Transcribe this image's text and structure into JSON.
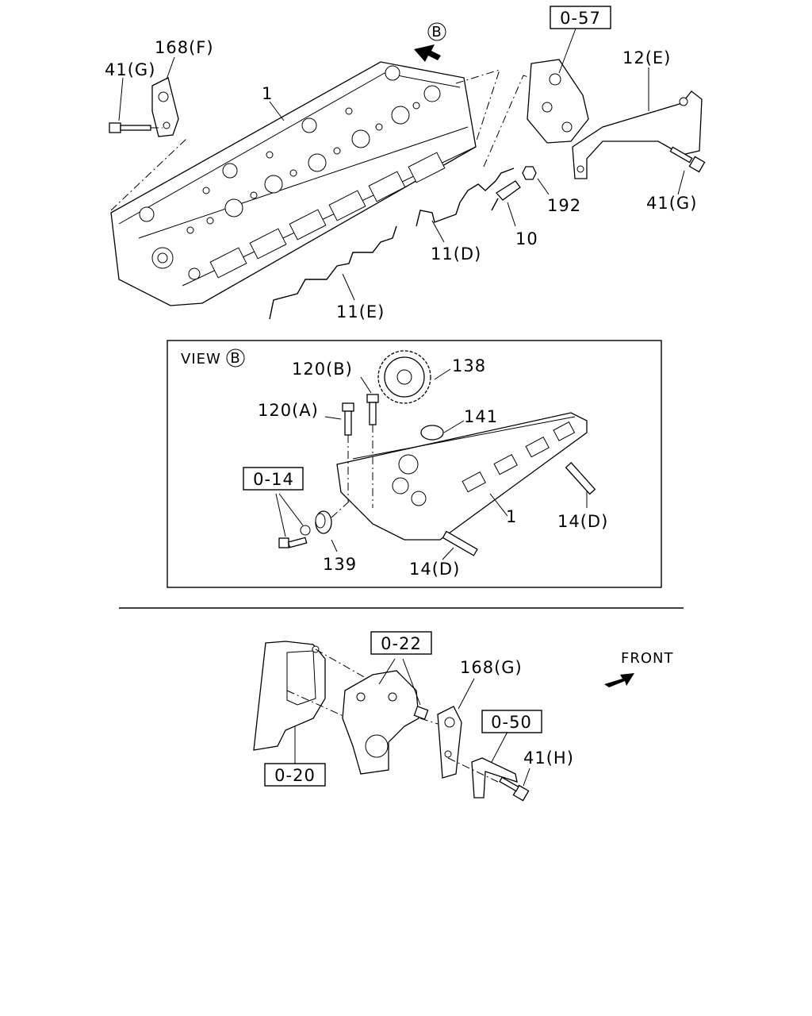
{
  "view_b": {
    "title": "VIEW",
    "marker": "B"
  },
  "top_marker": "B",
  "front_label": "FRONT",
  "labels": {
    "p168f": "168(F)",
    "p41g_left": "41(G)",
    "p1_top": "1",
    "ref057": "0-57",
    "p12e": "12(E)",
    "p41g_right": "41(G)",
    "p192": "192",
    "p10": "10",
    "p11d": "11(D)",
    "p11e": "11(E)",
    "p120b": "120(B)",
    "p138": "138",
    "p120a": "120(A)",
    "p141": "141",
    "ref014": "0-14",
    "p1_view": "1",
    "p14d_right": "14(D)",
    "p139": "139",
    "p14d_bottom": "14(D)",
    "ref022": "0-22",
    "p168g": "168(G)",
    "ref050": "0-50",
    "p41h": "41(H)",
    "ref020": "0-20"
  }
}
